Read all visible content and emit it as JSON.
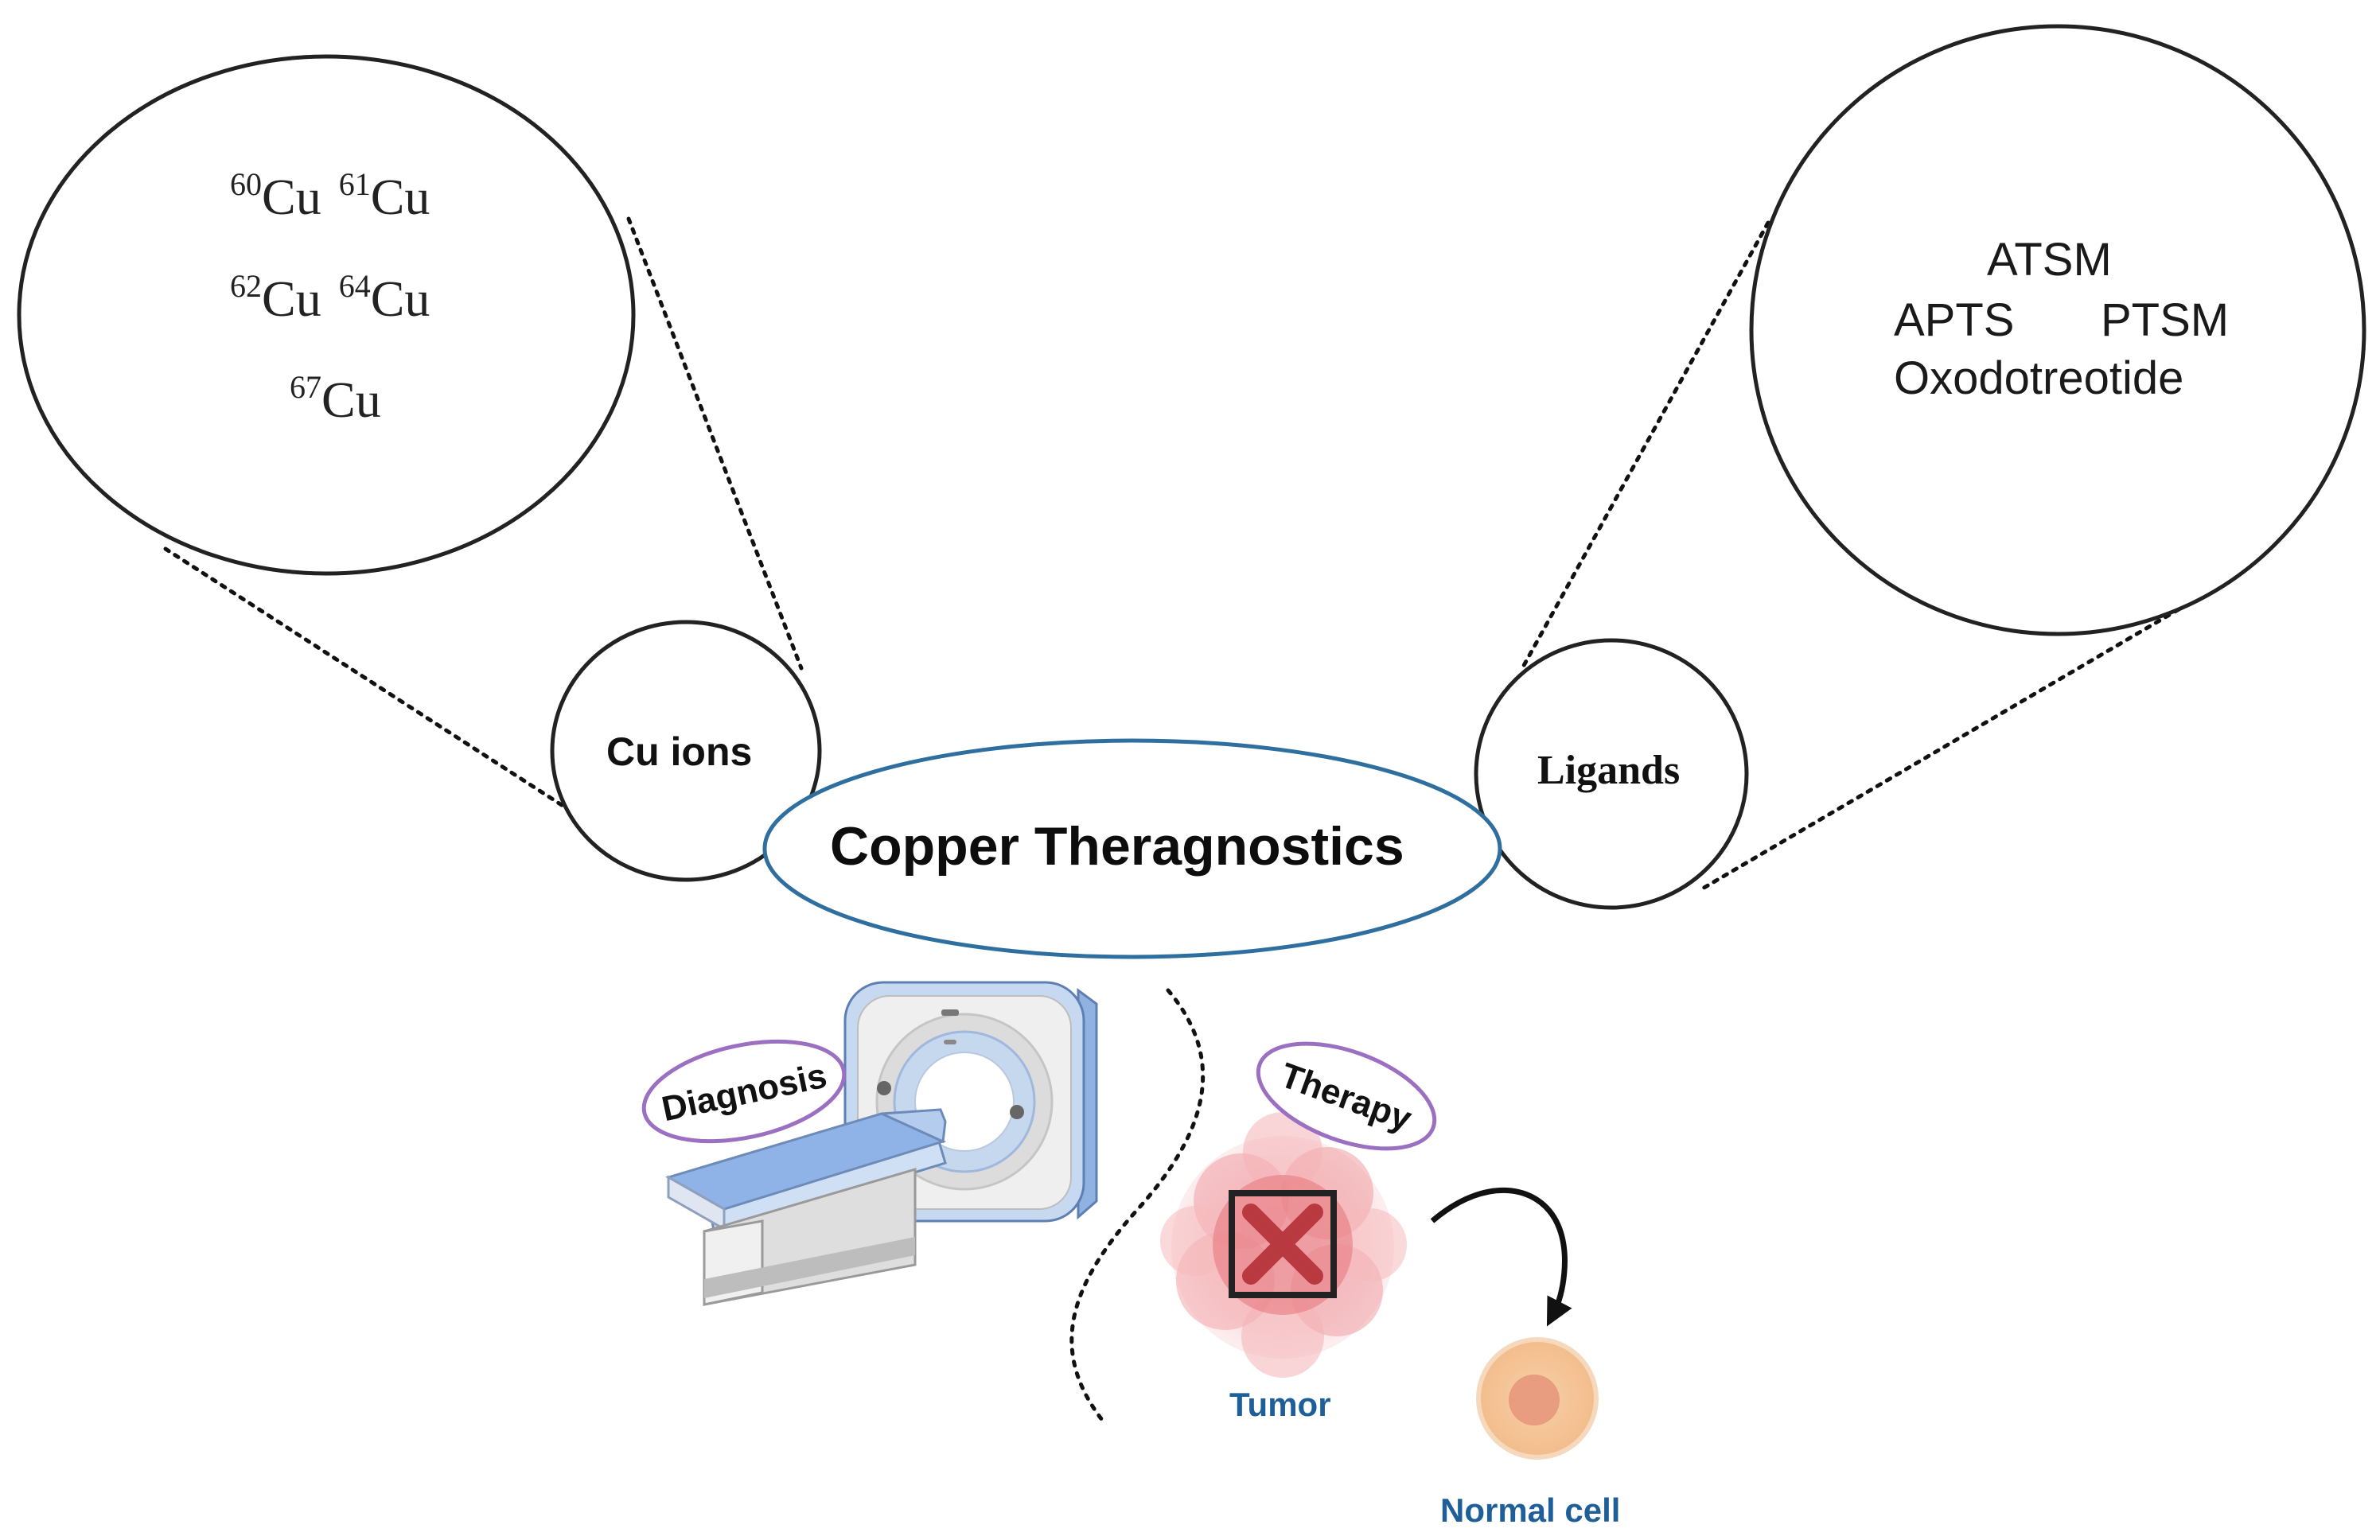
{
  "center": {
    "title": "Copper Theragnostics"
  },
  "cu_ions": {
    "label": "Cu ions",
    "isotopes": [
      {
        "mass": "60",
        "symbol": "Cu"
      },
      {
        "mass": "61",
        "symbol": "Cu"
      },
      {
        "mass": "62",
        "symbol": "Cu"
      },
      {
        "mass": "64",
        "symbol": "Cu"
      },
      {
        "mass": "67",
        "symbol": "Cu"
      }
    ]
  },
  "ligands": {
    "label": "Ligands",
    "items": [
      "ATSM",
      "APTS",
      "PTSM",
      "Oxodotreotide"
    ]
  },
  "applications": {
    "diagnosis": "Diagnosis",
    "therapy": "Therapy",
    "tumor": "Tumor",
    "normal_cell": "Normal cell"
  },
  "colors": {
    "center_ellipse": "#2f6f9f",
    "pill_outline": "#9b6fc2",
    "label_blue": "#1f5f99",
    "scanner_blue": "#a9c4ea",
    "tumor_red": "#e98a8f",
    "cross_red": "#b8393f",
    "cell_orange": "#f4c49a"
  }
}
